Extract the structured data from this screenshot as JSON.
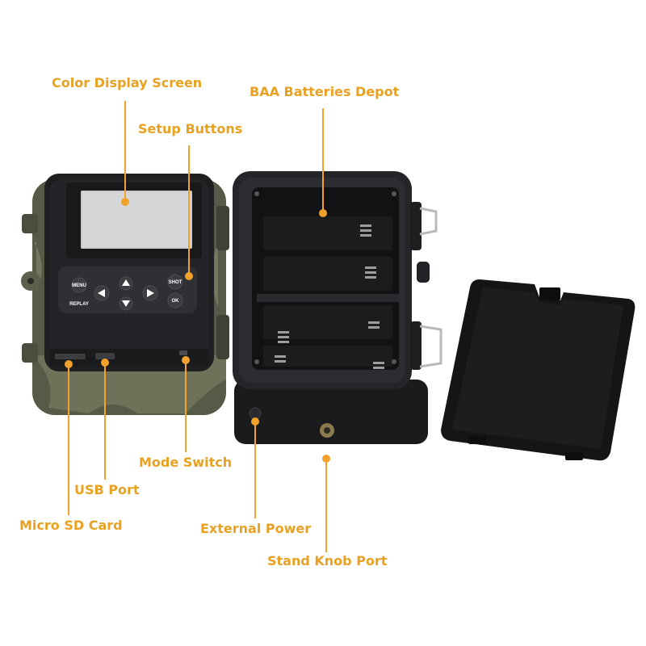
{
  "colors": {
    "label": "#e8a121",
    "leader": "#f2a12a",
    "dot": "#f2a12a",
    "camo": "#5e6350",
    "body": "#1d1f21",
    "panel": "#2e3033",
    "lid": "#141516"
  },
  "labels": {
    "color_display_screen": "Color Display Screen",
    "setup_buttons": "Setup Buttons",
    "baa_batteries_depot": "BAA Batteries Depot",
    "mode_switch": "Mode Switch",
    "usb_port": "USB Port",
    "micro_sd_card": "Micro SD Card",
    "external_power": "External Power",
    "stand_knob_port": "Stand Knob Port"
  },
  "device_buttons": {
    "menu": "MENU",
    "replay": "REPLAY",
    "shot": "SHOT",
    "ok": "OK"
  }
}
